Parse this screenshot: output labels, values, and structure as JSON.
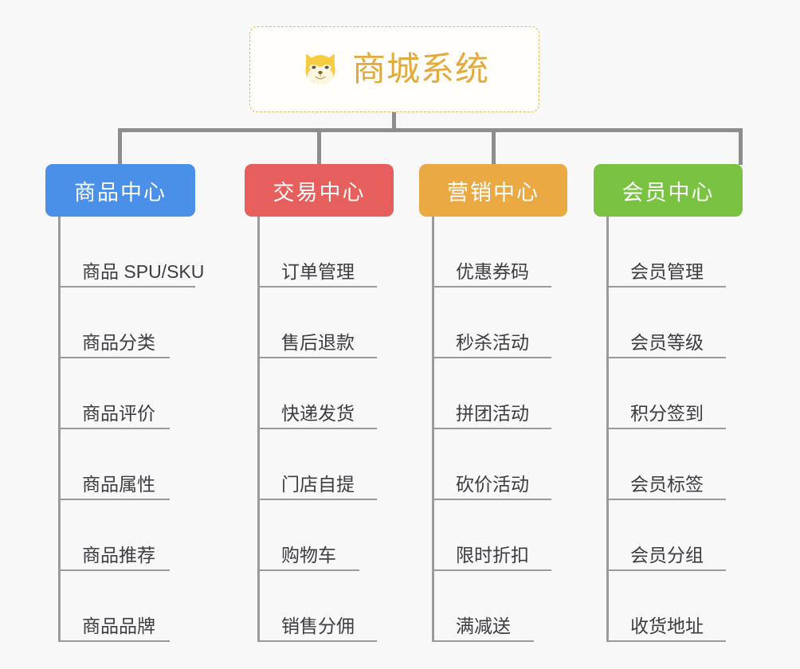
{
  "root": {
    "title": "商城系统",
    "icon": "shiba-dog-face-icon",
    "title_color": "#e3a93c",
    "border_color": "#e8b45c",
    "background": "#fffefb"
  },
  "canvas": {
    "background": "#f8f8f8",
    "connector_color": "#8d8d8d",
    "leaf_line_color": "#9a9a9a",
    "leaf_text_color": "#3b3d42"
  },
  "columns": [
    {
      "label": "商品中心",
      "color": "#4a90e8",
      "key": "product-center",
      "items": [
        "商品 SPU/SKU",
        "商品分类",
        "商品评价",
        "商品属性",
        "商品推荐",
        "商品品牌"
      ]
    },
    {
      "label": "交易中心",
      "color": "#e75f5c",
      "key": "trade-center",
      "items": [
        "订单管理",
        "售后退款",
        "快递发货",
        "门店自提",
        "购物车",
        "销售分佣"
      ]
    },
    {
      "label": "营销中心",
      "color": "#eaa943",
      "key": "marketing-center",
      "items": [
        "优惠券码",
        "秒杀活动",
        "拼团活动",
        "砍价活动",
        "限时折扣",
        "满减送"
      ]
    },
    {
      "label": "会员中心",
      "color": "#79c242",
      "key": "member-center",
      "items": [
        "会员管理",
        "会员等级",
        "积分签到",
        "会员标签",
        "会员分组",
        "收货地址"
      ]
    }
  ]
}
